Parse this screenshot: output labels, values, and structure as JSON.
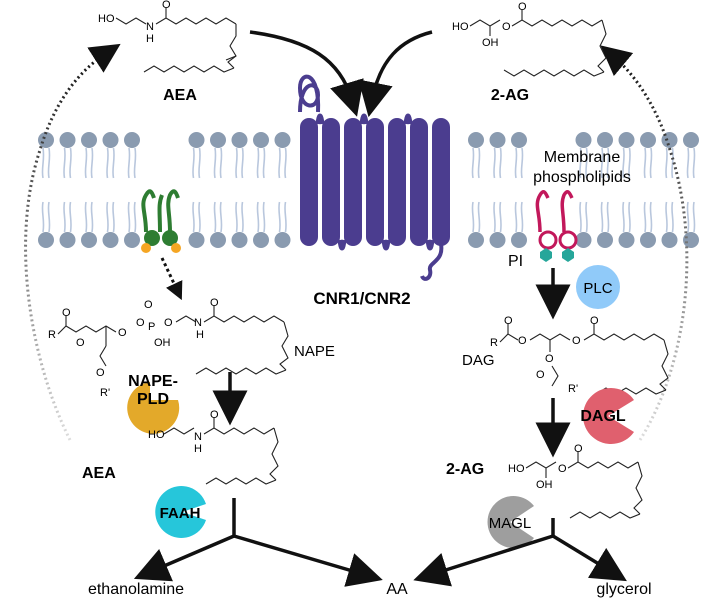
{
  "labels": {
    "aea_top": "AEA",
    "two_ag_top": "2-AG",
    "receptor": "CNR1/CNR2",
    "membrane_phospholipids_line1": "Membrane",
    "membrane_phospholipids_line2": "phospholipids",
    "pi": "PI",
    "plc": "PLC",
    "nape": "NAPE",
    "dag": "DAG",
    "nape_pld_line1": "NAPE-",
    "nape_pld_line2": "PLD",
    "dagl": "DAGL",
    "aea_bottom": "AEA",
    "two_ag_bottom": "2-AG",
    "faah": "FAAH",
    "magl": "MAGL",
    "ethanolamine": "ethanolamine",
    "aa": "AA",
    "glycerol": "glycerol"
  },
  "chem_atoms": {
    "ho": "HO",
    "oh": "OH",
    "n": "N",
    "h": "H",
    "o": "O",
    "p": "P",
    "r": "R",
    "r_prime": "R'"
  },
  "colors": {
    "receptor": "#4b3d8f",
    "membrane_head": "#8a9bb0",
    "membrane_tail": "#b9c7dd",
    "nape_lipid": "#2e7d32",
    "nape_spark": "#f5a623",
    "pi_lipid": "#c2185b",
    "pi_head": "#26a69a",
    "plc": "#90caf9",
    "nape_pld": "#e3a92a",
    "dagl": "#e0606e",
    "faah": "#26c6da",
    "magl": "#9e9e9e"
  }
}
